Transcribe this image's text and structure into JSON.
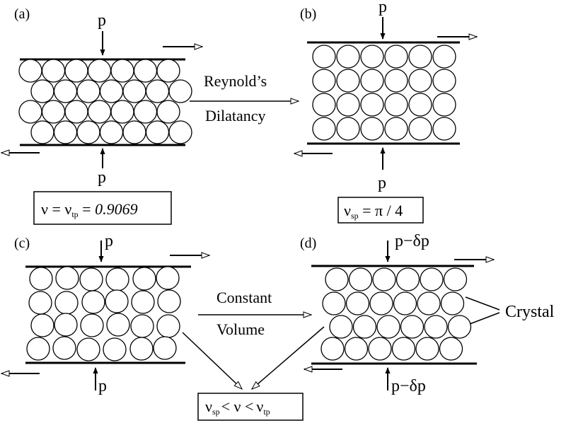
{
  "panels": {
    "a": {
      "label": "(a)",
      "top_force": "p",
      "bottom_force": "p"
    },
    "b": {
      "label": "(b)",
      "top_force": "p",
      "bottom_force": "p"
    },
    "c": {
      "label": "(c)",
      "top_force": "p",
      "bottom_force": "p"
    },
    "d": {
      "label": "(d)",
      "top_force": "p−δp",
      "bottom_force": "p−δp",
      "side_label": "Crystal"
    }
  },
  "transitions": {
    "ab": {
      "line1": "Reynold’s",
      "line2": "Dilatancy"
    },
    "cd": {
      "line1": "Constant",
      "line2": "Volume"
    }
  },
  "formulas": {
    "a": {
      "nu": "ν",
      "eq1": " = ",
      "nu2": "ν",
      "sub": "tp",
      "eq2": " = ",
      "value": "0.9069"
    },
    "b": {
      "nu": "ν",
      "sub": "sp",
      "rest": " = π / 4"
    },
    "bottom": {
      "nu1": "ν",
      "sub1": "sp",
      "lt1": "< ν <",
      "nu2": "ν",
      "sub2": "tp"
    }
  },
  "colors": {
    "ink": "#000000",
    "paper": "#ffffff"
  }
}
